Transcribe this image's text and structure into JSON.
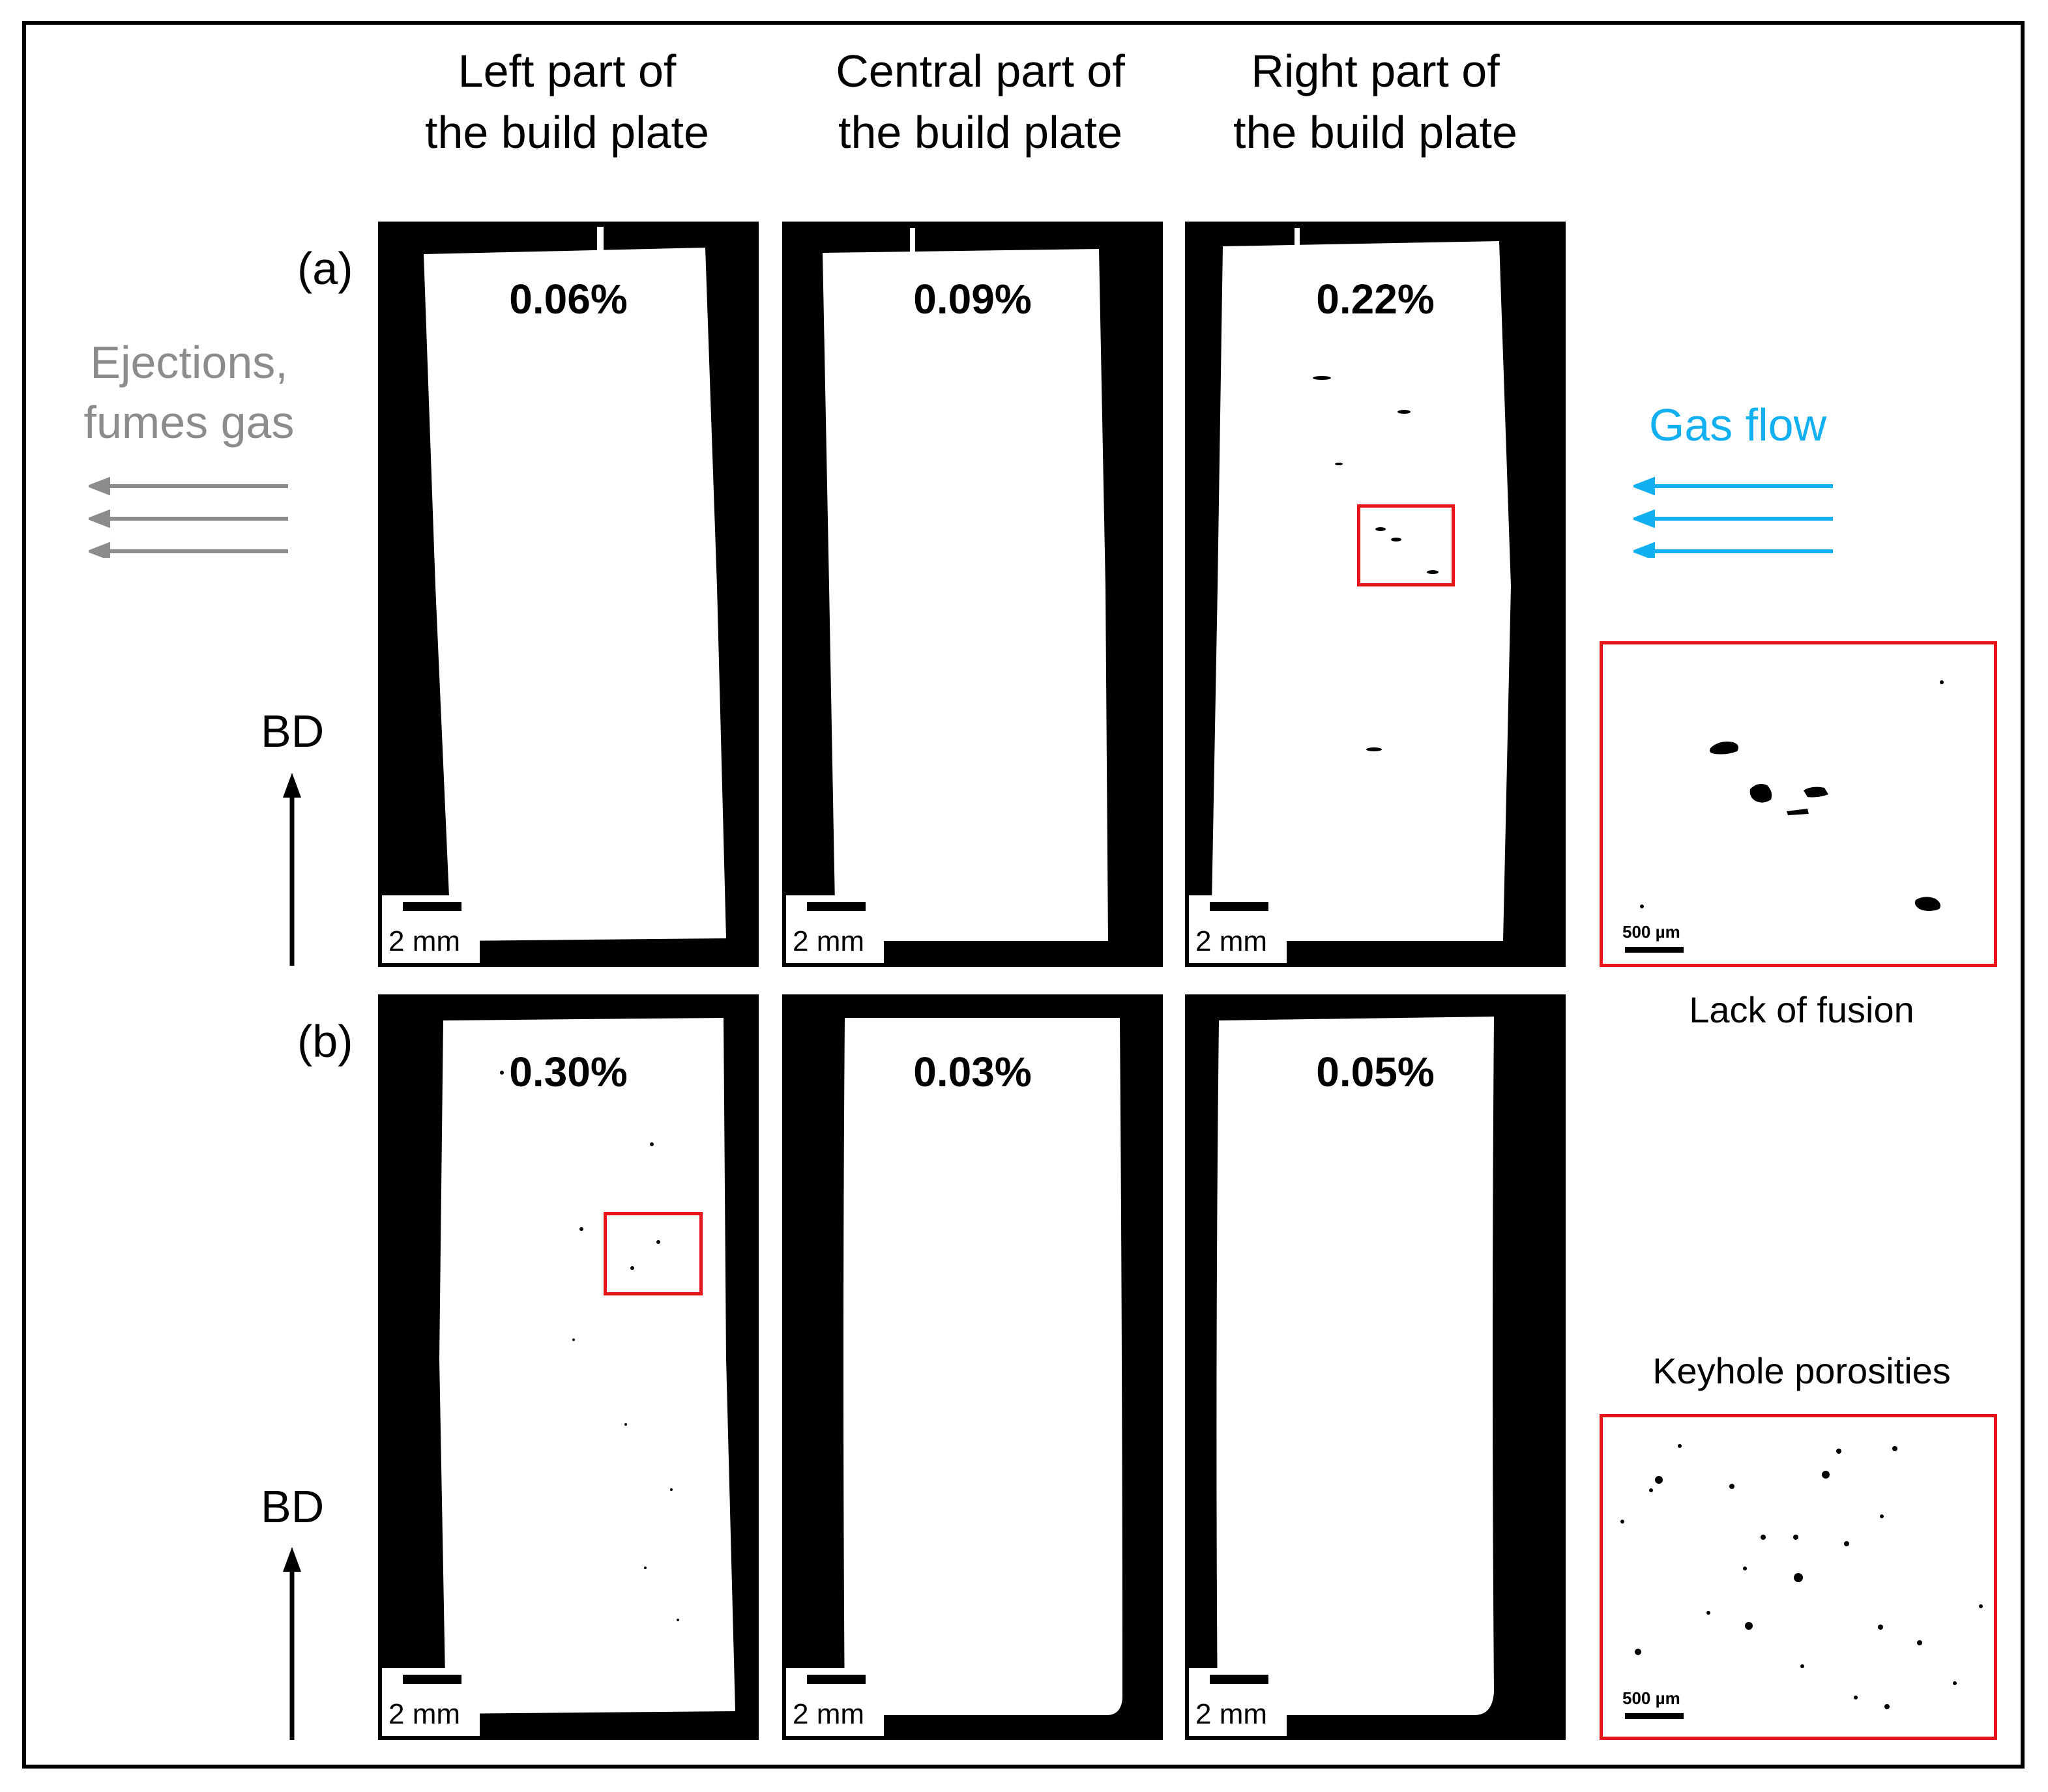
{
  "columns": [
    {
      "line1": "Left part of",
      "line2": "the build plate"
    },
    {
      "line1": "Central part of",
      "line2": "the build plate"
    },
    {
      "line1": "Right part of",
      "line2": "the build plate"
    }
  ],
  "rows": [
    {
      "label": "(a)",
      "values": [
        "0.06%",
        "0.09%",
        "0.22%"
      ]
    },
    {
      "label": "(b)",
      "values": [
        "0.30%",
        "0.03%",
        "0.05%"
      ]
    }
  ],
  "scale_label": "2 mm",
  "inset_scale_label": "500 µm",
  "build_direction": "BD",
  "ejections": {
    "line1": "Ejections,",
    "line2": "fumes gas",
    "color": "#8c8c8c"
  },
  "gas_flow": {
    "label": "Gas flow",
    "color": "#12b0f0"
  },
  "insets": [
    {
      "caption": "Lack of fusion"
    },
    {
      "caption": "Keyhole porosities"
    }
  ],
  "highlight_color": "#e8141c"
}
